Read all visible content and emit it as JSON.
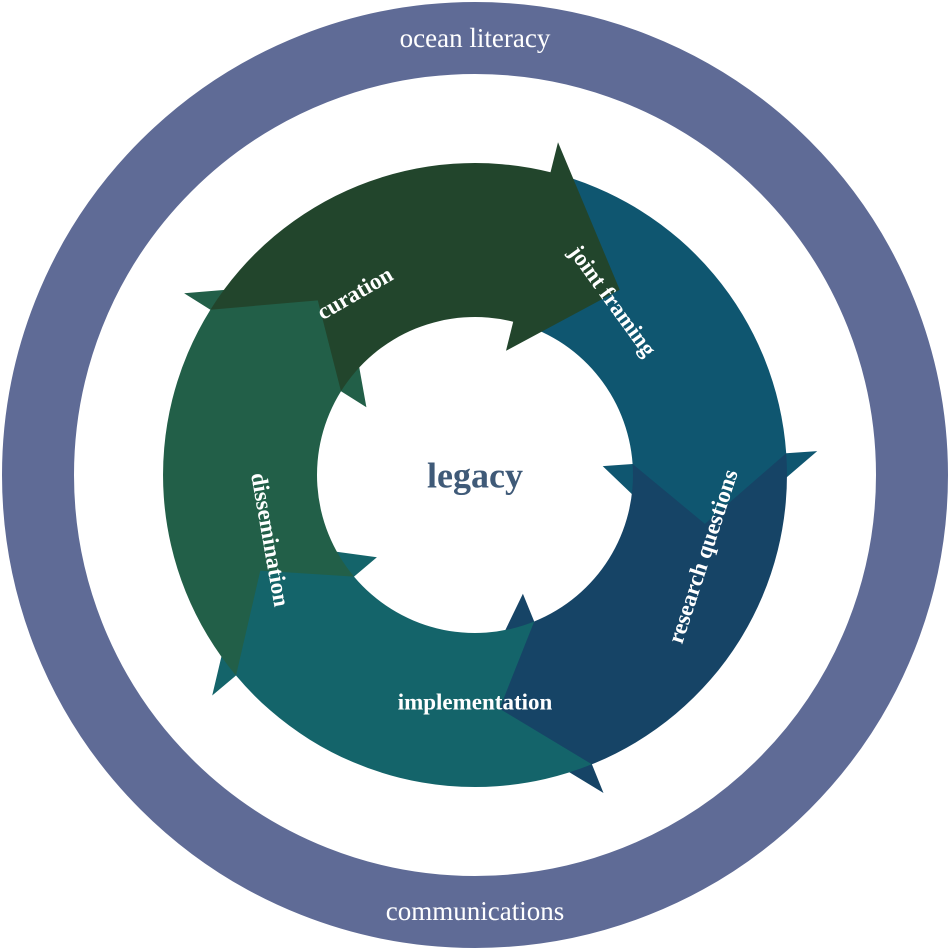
{
  "outer_ring": {
    "top_label": "ocean literacy",
    "bottom_label": "communications",
    "color": "#5f6b96"
  },
  "center_label": "legacy",
  "cycle": [
    {
      "label": "joint framing",
      "color": "#0f5670"
    },
    {
      "label": "research questions",
      "color": "#164466"
    },
    {
      "label": "implementation",
      "color": "#14646a"
    },
    {
      "label": "dissemination",
      "color": "#225f48"
    },
    {
      "label": "curation",
      "color": "#22452c"
    }
  ]
}
